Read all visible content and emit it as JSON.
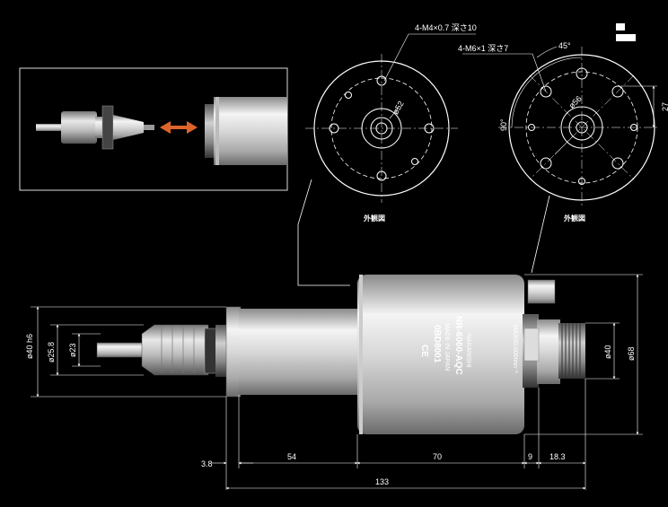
{
  "drawing": {
    "front_view_left": {
      "hole_note": "4-M4×0.7 深さ10",
      "diameter_label": "ø52",
      "caption": "外観図"
    },
    "front_view_right": {
      "hole_note": "4-M6×1 深さ7",
      "diameter_label": "ø56",
      "angle_45": "45°",
      "angle_90": "90°",
      "side_dim": "27",
      "caption": "外観図"
    },
    "spindle_body": {
      "brand": "NAKANISHI",
      "model": "NR-6060-AQC",
      "origin": "MADE IN JAPAN",
      "serial": "0BD8001",
      "max_speed": "MAX60,000min⁻¹",
      "ce_mark": "CE"
    },
    "diameters": {
      "d40_left": "ø40 h6",
      "d25_8": "ø25.8",
      "d23": "ø23",
      "d40_right": "ø40",
      "d68": "ø68"
    },
    "lengths": {
      "l3_8": "3.8",
      "l54": "54",
      "l70": "70",
      "l9": "9",
      "l18_3": "18.3",
      "l133": "133"
    },
    "colors": {
      "background": "#000000",
      "arrow": "#e0642a",
      "metal_light": "#eeeeee",
      "metal_dark": "#7a7a7a"
    }
  }
}
